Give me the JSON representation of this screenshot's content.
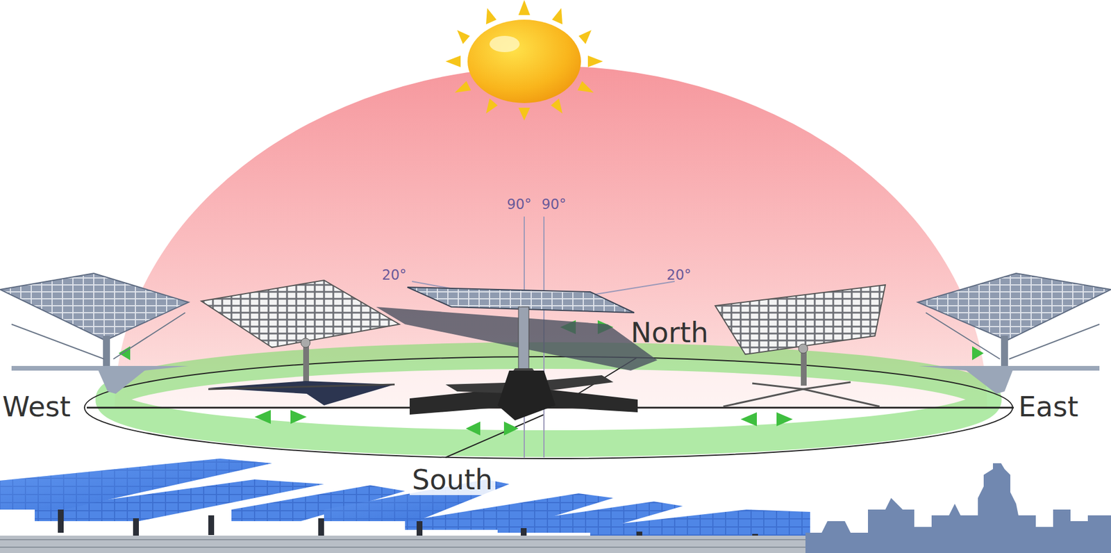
{
  "diagram": {
    "labels": [
      "90°",
      "90°",
      "20°",
      "20°",
      "North",
      "West",
      "East",
      "South"
    ]
  }
}
